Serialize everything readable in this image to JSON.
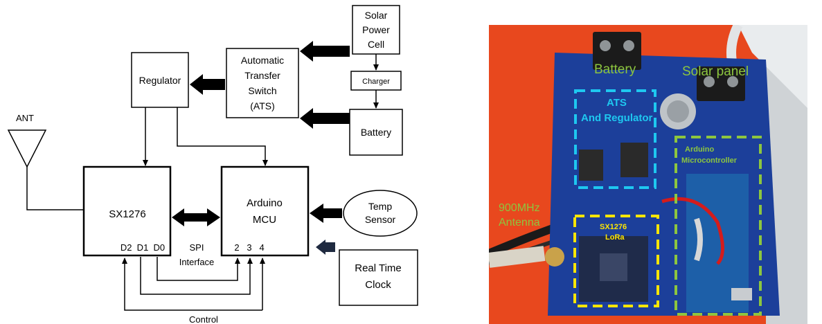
{
  "block_diagram": {
    "blocks": {
      "solar_cell": [
        "Solar",
        "Power",
        "Cell"
      ],
      "charger": "Charger",
      "ats": [
        "Automatic",
        "Transfer",
        "Switch",
        "(ATS)"
      ],
      "battery": "Battery",
      "regulator": "Regulator",
      "sx1276": "SX1276",
      "arduino": [
        "Arduino",
        "MCU"
      ],
      "temp_sensor": [
        "Temp",
        "Sensor"
      ],
      "rtc": [
        "Real Time",
        "Clock"
      ]
    },
    "labels": {
      "antenna": "ANT",
      "sx_pins": "D2  D1  D0",
      "mcu_pins": "2   3   4",
      "spi": [
        "SPI",
        "Interface"
      ],
      "control": "Control"
    }
  },
  "photo": {
    "labels": {
      "battery": "Battery",
      "solar_panel": "Solar panel",
      "ats_regulator": [
        "ATS",
        "And Regulator"
      ],
      "arduino": [
        "Arduino",
        "Microcontroller"
      ],
      "antenna": [
        "900MHz",
        "Antenna"
      ],
      "lora": [
        "SX1276",
        "LoRa"
      ]
    },
    "colors": {
      "background": "#e8481e",
      "board": "#1c3f9a",
      "ats_box": "#1ec8f0",
      "arduino_box": "#8dc63f",
      "lora_box": "#ffe600",
      "green_label": "#8dc63f"
    }
  }
}
